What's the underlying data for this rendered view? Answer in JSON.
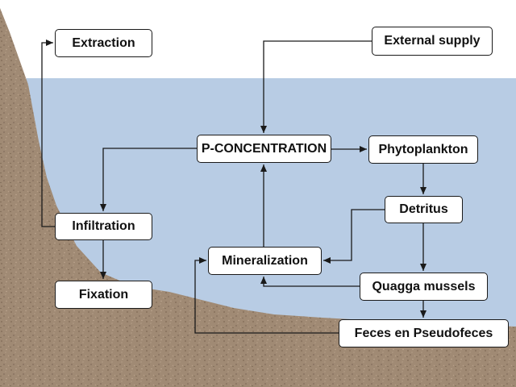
{
  "colors": {
    "water": "#b8cce4",
    "sediment": "#a08a74",
    "box_fill": "#ffffff",
    "box_border": "#1a1a1a",
    "arrow": "#1a1a1a"
  },
  "nodes": {
    "extraction": "Extraction",
    "external_supply": "External supply",
    "p_concentration": "P-CONCENTRATION",
    "phytoplankton": "Phytoplankton",
    "detritus": "Detritus",
    "infiltration": "Infiltration",
    "mineralization": "Mineralization",
    "quagga_mussels": "Quagga mussels",
    "fixation": "Fixation",
    "feces": "Feces en Pseudofeces"
  },
  "edges": [
    {
      "from": "External supply",
      "to": "P-CONCENTRATION"
    },
    {
      "from": "P-CONCENTRATION",
      "to": "Phytoplankton"
    },
    {
      "from": "Phytoplankton",
      "to": "Detritus"
    },
    {
      "from": "Detritus",
      "to": "Quagga mussels"
    },
    {
      "from": "Detritus",
      "to": "Mineralization"
    },
    {
      "from": "Quagga mussels",
      "to": "Mineralization"
    },
    {
      "from": "Quagga mussels",
      "to": "Feces en Pseudofeces"
    },
    {
      "from": "Feces en Pseudofeces",
      "to": "Mineralization"
    },
    {
      "from": "Mineralization",
      "to": "P-CONCENTRATION"
    },
    {
      "from": "P-CONCENTRATION",
      "to": "Infiltration"
    },
    {
      "from": "Infiltration",
      "to": "Fixation"
    },
    {
      "from": "Infiltration",
      "to": "Extraction"
    }
  ]
}
